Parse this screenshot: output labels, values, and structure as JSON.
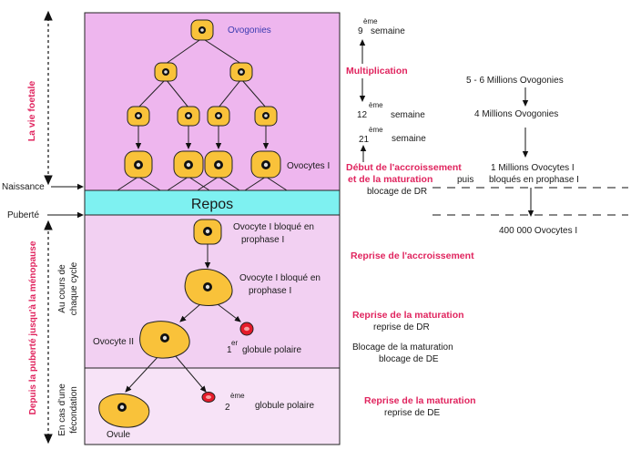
{
  "colors": {
    "fetal_bg": "#eeb6ee",
    "repos_bg": "#7ef1f1",
    "cycle_bg": "#f2d0f2",
    "fecond_bg": "#f7e3f7",
    "cell": "#f9c23a",
    "polar": "#e51b2a",
    "accent_red": "#e0245e",
    "blue_text": "#3b3bb0"
  },
  "left": {
    "vie_foetale": "La vie foetale",
    "naissance": "Naissance",
    "puberte": "Puberté",
    "puberte_menopause": "Depuis la puberté jusqu'à la ménopause",
    "au_cours_1": "Au cours de",
    "au_cours_2": "chaque cycle",
    "fecond_1": "En cas d'une",
    "fecond_2": "fécondation"
  },
  "box": {
    "ovogonies": "Ovogonies",
    "ovocytes_i": "Ovocytes I",
    "repos": "Repos",
    "ovocyte_bloque_1": "Ovocyte I bloqué en",
    "ovocyte_bloque_2": "prophase I",
    "ovocyte_ii": "Ovocyte II",
    "premier_num": "1",
    "premier_sup": "er",
    "globule_1": "globule polaire",
    "ovule": "Ovule",
    "deux_num": "2",
    "deux_sup": "ème",
    "globule_2": "globule polaire"
  },
  "timeline": {
    "w9_num": "9",
    "w9_sup": "ème",
    "w9_label": "semaine",
    "multiplication": "Multiplication",
    "w12_num": "12",
    "w12_sup": "ème",
    "w12_label": "semaine",
    "w21_num": "21",
    "w21_sup": "ème",
    "w21_label": "semaine",
    "debut_1": "Début de l'accroissement",
    "debut_2": "et de la maturation",
    "debut_puis": "puis",
    "blocage_dr": "blocage de DR",
    "reprise_accroissement": "Reprise de l'accroissement",
    "reprise_maturation_1": "Reprise de la maturation",
    "reprise_dr": "reprise de DR",
    "blocage_maturation": "Blocage de la maturation",
    "blocage_de": "blocage de DE",
    "reprise_maturation_2": "Reprise de la maturation",
    "reprise_de": "reprise de DE"
  },
  "counts": {
    "c1": "5 - 6 Millions Ovogonies",
    "c2": "4 Millions Ovogonies",
    "c3_1": "1 Millions Ovocytes I",
    "c3_2": "bloqués en prophase I",
    "c4": "400 000 Ovocytes I"
  }
}
